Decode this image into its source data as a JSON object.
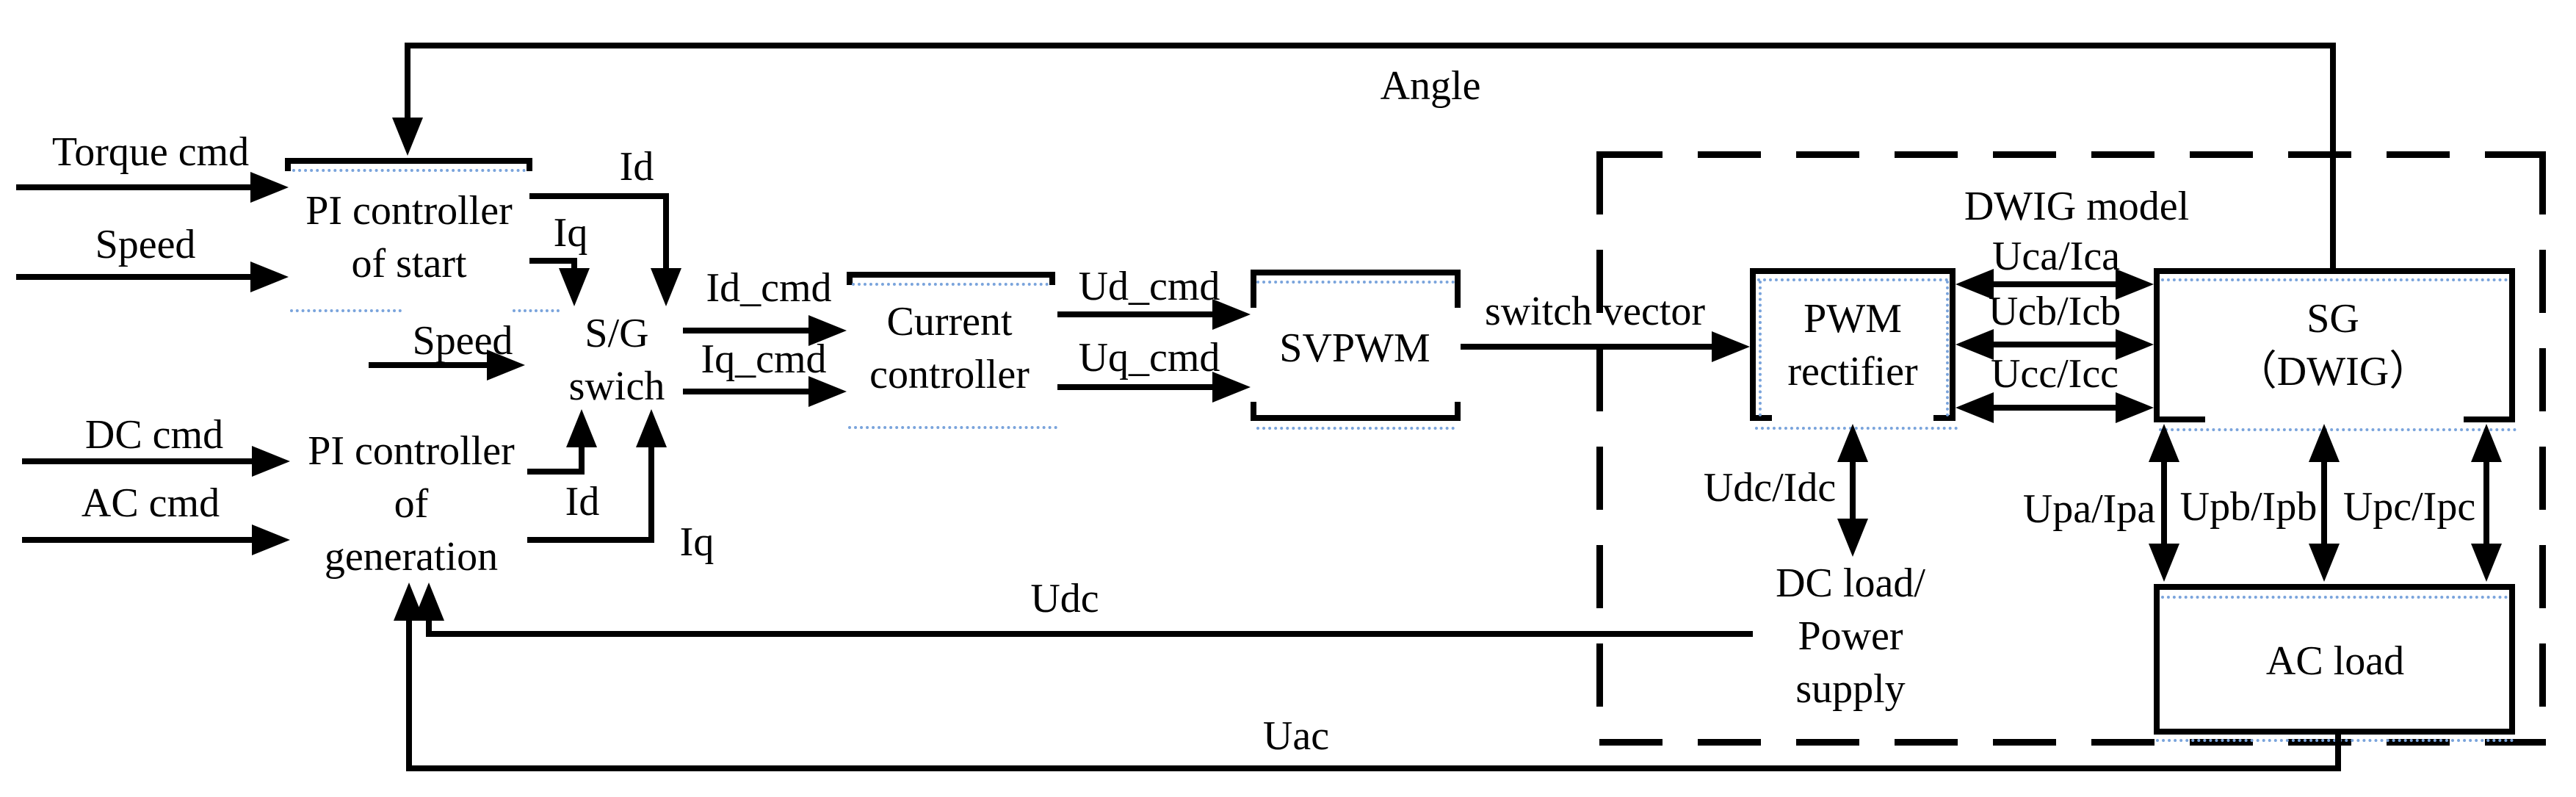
{
  "title": "DWIG start/generation control block diagram",
  "colors": {
    "ink": "#000000",
    "artifact_dot": "#7aa4dc",
    "background": "#ffffff"
  },
  "labels": {
    "torque_cmd": "Torque cmd",
    "speed_top": "Speed",
    "dc_cmd": "DC cmd",
    "ac_cmd": "AC cmd",
    "pi_start": "PI controller\nof start",
    "pi_generation": "PI controller\nof\ngeneration",
    "sg_switch": "S/G\nswich",
    "speed_mid": "Speed",
    "id_top": "Id",
    "iq_top": "Iq",
    "id_mid": "Id",
    "iq_mid": "Iq",
    "id_cmd": "Id_cmd",
    "iq_cmd": "Iq_cmd",
    "current_controller": "Current\ncontroller",
    "ud_cmd": "Ud_cmd",
    "uq_cmd": "Uq_cmd",
    "svpwm": "SVPWM",
    "switch_vector": "switch vector",
    "pwm_rectifier": "PWM\nrectifier",
    "sg_dwig": "SG\n（DWIG）",
    "dwig_model": "DWIG model",
    "angle": "Angle",
    "uca_ica": "Uca/Ica",
    "ucb_icb": "Ucb/Icb",
    "ucc_icc": "Ucc/Icc",
    "udc_idc": "Udc/Idc",
    "dc_load": "DC load/\nPower\nsupply",
    "upa_ipa": "Upa/Ipa",
    "upb_ipb": "Upb/Ipb",
    "upc_ipc": "Upc/Ipc",
    "ac_load": "AC load",
    "udc": "Udc",
    "uac": "Uac"
  }
}
